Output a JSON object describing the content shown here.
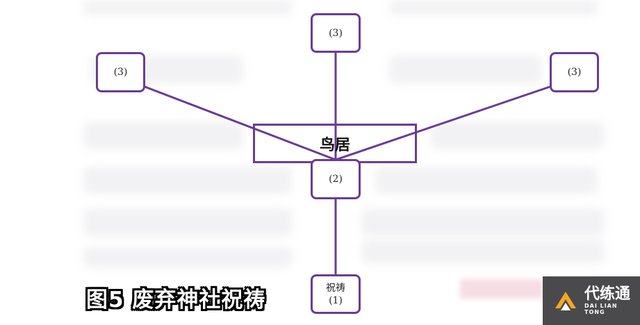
{
  "diagram": {
    "nodes": [
      {
        "id": "top",
        "label": "(3)"
      },
      {
        "id": "left",
        "label": "(3)"
      },
      {
        "id": "right",
        "label": "(3)"
      },
      {
        "id": "center",
        "label": "(2)"
      },
      {
        "id": "bottom",
        "label_line1": "祝祷",
        "label_line2": "(1)"
      }
    ],
    "torii_label": "鸟居",
    "edges": [
      [
        "bottom",
        "center"
      ],
      [
        "center",
        "top"
      ],
      [
        "center",
        "left"
      ],
      [
        "center",
        "right"
      ]
    ],
    "line_color": "#6a3c94"
  },
  "caption": "图5 废弃神社祝祷",
  "logo": {
    "name_cn": "代练通",
    "name_en": "DAI LIAN TONG",
    "accent": "#f5a623"
  }
}
